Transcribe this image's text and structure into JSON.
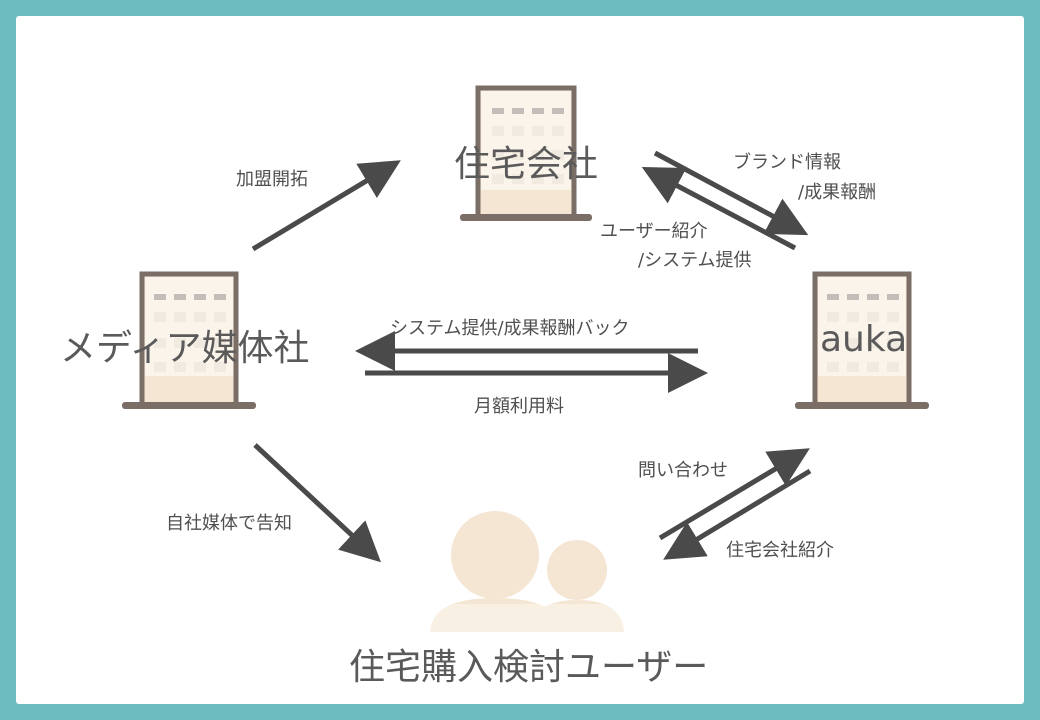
{
  "nodes": {
    "housing_company": "住宅会社",
    "media_company": "メディア媒体社",
    "auka": "auka",
    "users": "住宅購入検討ユーザー"
  },
  "edges": {
    "franchise": "加盟開拓",
    "brand_info": "ブランド情報",
    "success_fee": "/成果報酬",
    "user_intro": "ユーザー紹介",
    "system_provide": "/システム提供",
    "system_backfee": "システム提供/成果報酬バック",
    "monthly_fee": "月額利用料",
    "own_media_notice": "自社媒体で告知",
    "inquiry": "問い合わせ",
    "housing_intro": "住宅会社紹介"
  },
  "colors": {
    "frame": "#6dbcc0",
    "building_outline": "#7a6e66",
    "building_fill": "#f5e6d3",
    "person_fill": "#f5e6d3",
    "arrow": "#4a4a4a"
  }
}
